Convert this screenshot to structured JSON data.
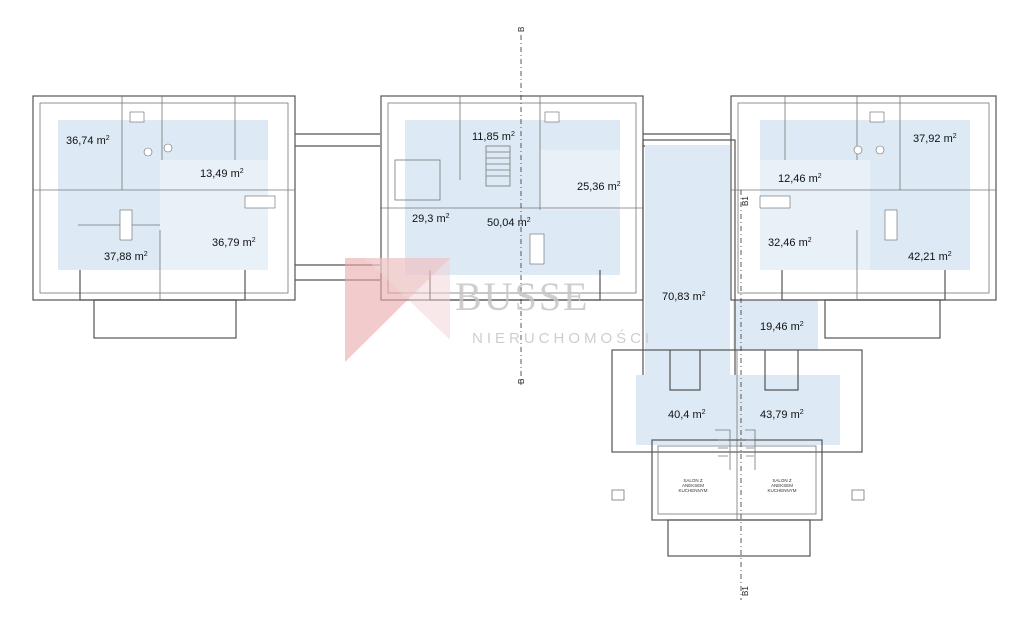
{
  "watermark": {
    "brand": "BUSSE",
    "subtitle": "NIERUCHOMOŚCI",
    "accent_color": "#d9262c"
  },
  "section_marks": {
    "b_top": "B",
    "b_bottom": "B",
    "b1_top": "B1",
    "b1_bottom": "B1"
  },
  "unit_suffix": "m",
  "rooms": {
    "left_top_left": "36,74",
    "left_mid": "13,49",
    "left_bottom_left": "37,88",
    "left_bottom_right": "36,79",
    "center_top": "11,85",
    "center_right": "25,36",
    "center_left": "29,3",
    "center_main": "50,04",
    "corridor": "70,83",
    "right_top_right": "37,92",
    "right_mid": "12,46",
    "right_bottom_left": "32,46",
    "right_bottom_right": "42,21",
    "lower_right_mid": "19,46",
    "lower_left": "40,4",
    "lower_right": "43,79"
  },
  "room_labels": {
    "salon_left_line1": "SALON Z",
    "salon_left_line2": "ANEKSEM",
    "salon_left_line3": "KUCHENNYM",
    "salon_right_line1": "SALON Z",
    "salon_right_line2": "ANEKSEM",
    "salon_right_line3": "KUCHENNYM"
  }
}
